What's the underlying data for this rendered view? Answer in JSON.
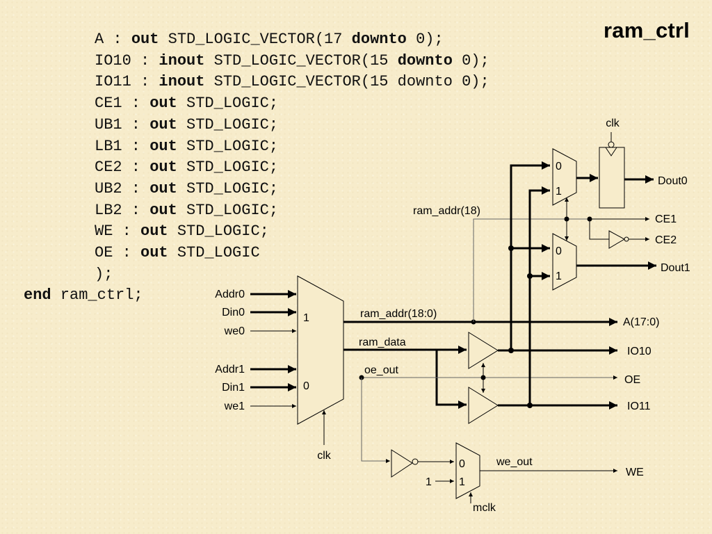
{
  "slide": {
    "title": "ram_ctrl"
  },
  "code": {
    "lines": [
      [
        {
          "t": "A : "
        },
        {
          "t": "out",
          "b": true
        },
        {
          "t": " STD_LOGIC_VECTOR(17 "
        },
        {
          "t": "downto",
          "b": true
        },
        {
          "t": " 0);"
        }
      ],
      [
        {
          "t": "IO10 : "
        },
        {
          "t": "inout",
          "b": true
        },
        {
          "t": " STD_LOGIC_VECTOR(15 "
        },
        {
          "t": "downto",
          "b": true
        },
        {
          "t": " 0);"
        }
      ],
      [
        {
          "t": "IO11 : "
        },
        {
          "t": "inout",
          "b": true
        },
        {
          "t": " STD_LOGIC_VECTOR(15 downto 0);"
        }
      ],
      [
        {
          "t": "CE1 : "
        },
        {
          "t": "out",
          "b": true
        },
        {
          "t": " STD_LOGIC;"
        }
      ],
      [
        {
          "t": "UB1 : "
        },
        {
          "t": "out",
          "b": true
        },
        {
          "t": " STD_LOGIC;"
        }
      ],
      [
        {
          "t": "LB1 : "
        },
        {
          "t": "out",
          "b": true
        },
        {
          "t": " STD_LOGIC;"
        }
      ],
      [
        {
          "t": "CE2 : "
        },
        {
          "t": "out",
          "b": true
        },
        {
          "t": " STD_LOGIC;"
        }
      ],
      [
        {
          "t": "UB2 : "
        },
        {
          "t": "out",
          "b": true
        },
        {
          "t": " STD_LOGIC;"
        }
      ],
      [
        {
          "t": "LB2 : "
        },
        {
          "t": "out",
          "b": true
        },
        {
          "t": " STD_LOGIC;"
        }
      ],
      [
        {
          "t": "WE : "
        },
        {
          "t": "out",
          "b": true
        },
        {
          "t": " STD_LOGIC;"
        }
      ],
      [
        {
          "t": "OE : "
        },
        {
          "t": "out",
          "b": true
        },
        {
          "t": " STD_LOGIC"
        }
      ],
      [
        {
          "t": ");"
        }
      ],
      [
        {
          "t": "end",
          "b": true
        },
        {
          "t": " ram_ctrl;"
        }
      ]
    ]
  },
  "diagram": {
    "inputs": {
      "addr0": "Addr0",
      "din0": "Din0",
      "we0": "we0",
      "addr1": "Addr1",
      "din1": "Din1",
      "we1": "we1",
      "clk": "clk",
      "mclk": "mclk",
      "const_one": "1"
    },
    "mux_main": {
      "top_label": "1",
      "bottom_label": "0"
    },
    "nets": {
      "ram_addr_bus": "ram_addr(18:0)",
      "ram_addr_bit": "ram_addr(18)",
      "ram_data": "ram_data",
      "oe_out": "oe_out",
      "we_out": "we_out"
    },
    "outputs": {
      "a": "A(17:0)",
      "io10": "IO10",
      "oe": "OE",
      "io11": "IO11",
      "we": "WE",
      "dout0": "Dout0",
      "dout1": "Dout1",
      "ce1": "CE1",
      "ce2": "CE2"
    },
    "mux_upper": {
      "in0": "0",
      "in1": "1"
    },
    "mux_lower": {
      "in0": "0",
      "in1": "1"
    },
    "mux_we": {
      "in0": "0",
      "in1": "1"
    },
    "register": {
      "clock_label": "clk"
    }
  }
}
